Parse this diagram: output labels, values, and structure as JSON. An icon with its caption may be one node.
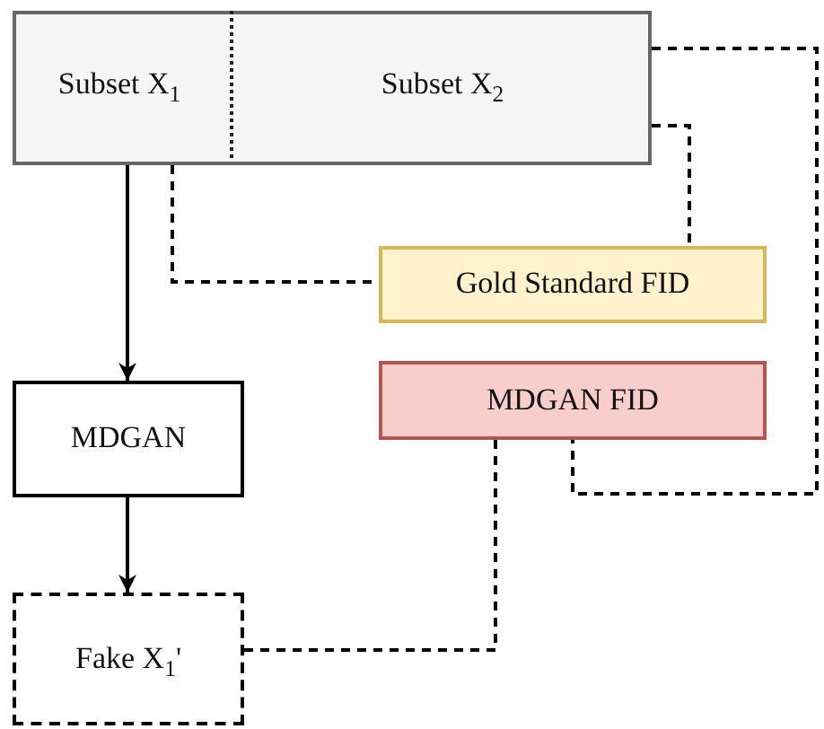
{
  "diagram": {
    "nodes": [
      {
        "text": [],
        "shape": "box"
      },
      {
        "text": [
          "Subset X$_{1}$"
        ],
        "in": 0
      },
      {
        "text": [
          "Subset X$_{2}$"
        ],
        "in": 0
      },
      {
        "text": [
          "Gold Standard FID"
        ]
      },
      {
        "text": [
          "MDGAN FID"
        ]
      },
      {
        "text": [
          "MDGAN"
        ]
      },
      {
        "text": [
          "Fake X$_{1}$'"
        ]
      }
    ],
    "edges": [
      {
        "from": 1,
        "to": 5,
        "arrow": "to"
      },
      {
        "from": 5,
        "to": 6,
        "arrow": "to"
      },
      {
        "from": 1,
        "to": 3,
        "arrow": "none",
        "style": "dashed"
      },
      {
        "from": 2,
        "to": 3,
        "arrow": "none",
        "style": "dashed"
      },
      {
        "from": 2,
        "to": 4,
        "arrow": "none",
        "style": "dashed"
      },
      {
        "from": 6,
        "to": 4,
        "arrow": "none",
        "style": "dashed"
      }
    ]
  }
}
